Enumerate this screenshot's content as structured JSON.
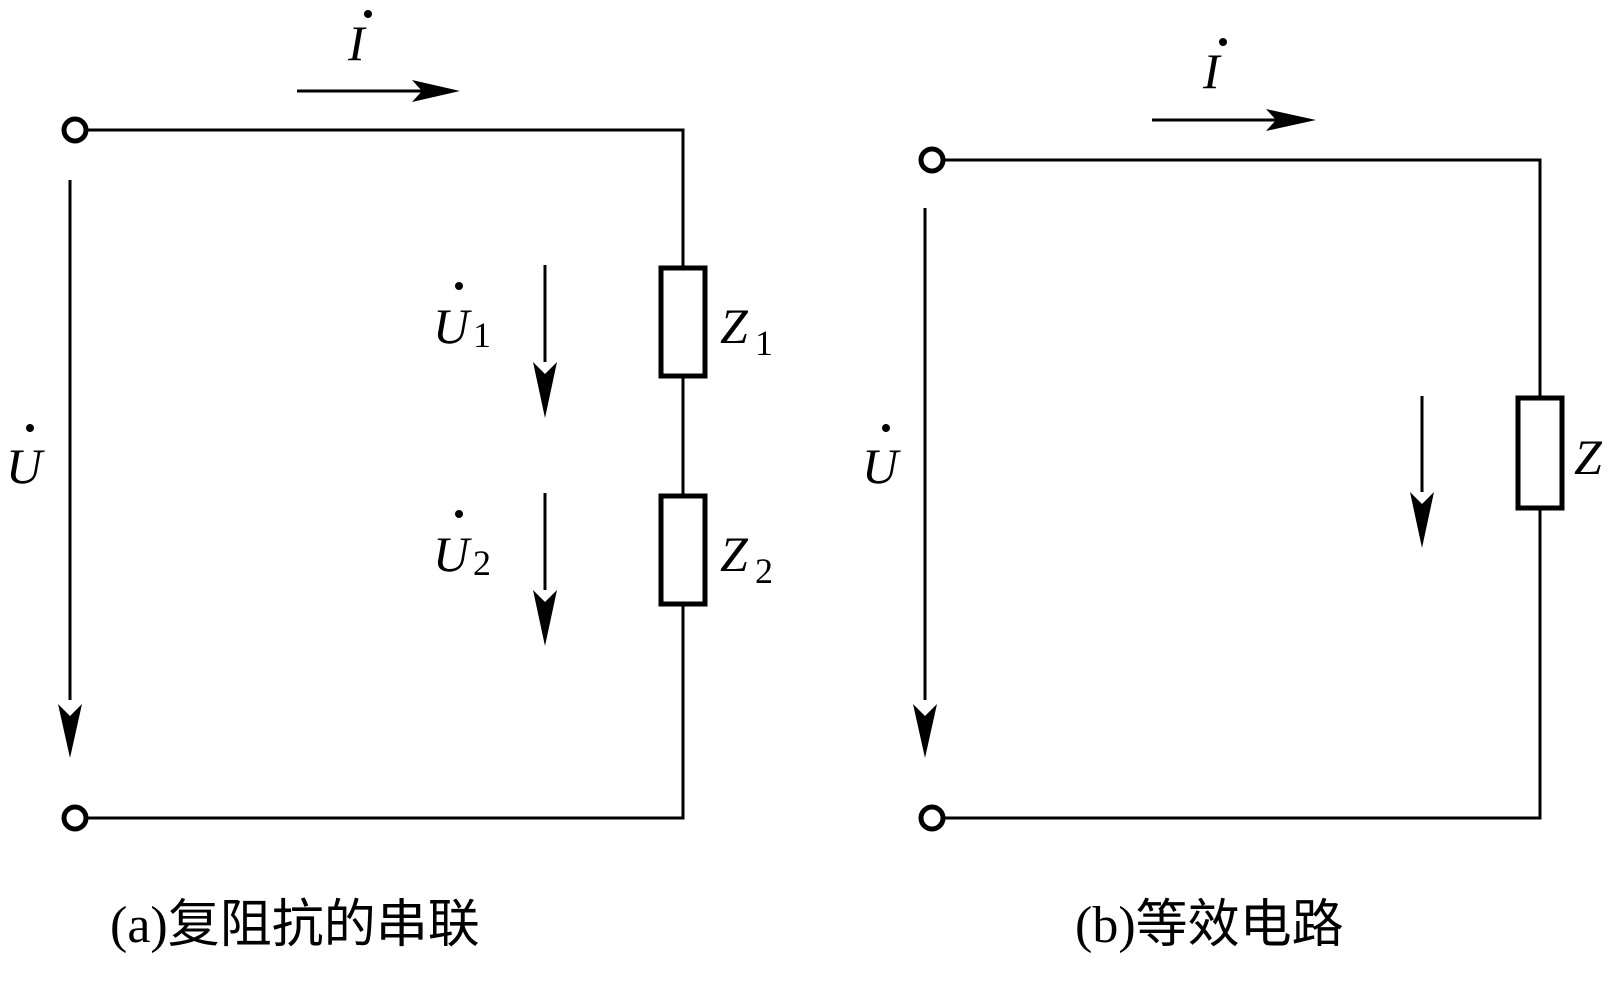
{
  "left_circuit": {
    "current_symbol": "I",
    "voltage_symbol": "U",
    "u1_symbol": "U",
    "u1_subscript": "1",
    "u2_symbol": "U",
    "u2_subscript": "2",
    "z1_symbol": "Z",
    "z1_subscript": "1",
    "z2_symbol": "Z",
    "z2_subscript": "2",
    "caption": "(a)复阻抗的串联"
  },
  "right_circuit": {
    "current_symbol": "I",
    "voltage_symbol": "U",
    "z_symbol": "Z",
    "caption": "(b)等效电路"
  }
}
